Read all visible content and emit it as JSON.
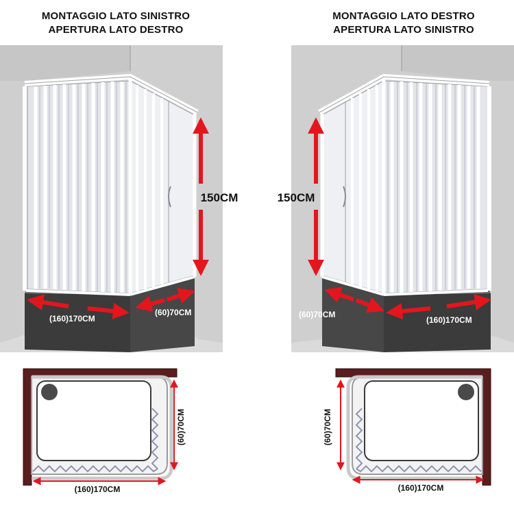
{
  "left": {
    "title_line1": "MONTAGGIO LATO SINISTRO",
    "title_line2": "APERTURA LATO DESTRO",
    "height_label": "150CM",
    "long_side_label": "(160)170CM",
    "short_side_label": "(60)70CM",
    "plan_width_label": "(160)170CM",
    "plan_depth_label": "(60)70CM"
  },
  "right": {
    "title_line1": "MONTAGGIO LATO DESTRO",
    "title_line2": "APERTURA LATO SINISTRO",
    "height_label": "150CM",
    "long_side_label": "(160)170CM",
    "short_side_label": "(60)70CM",
    "plan_width_label": "(160)170CM",
    "plan_depth_label": "(60)70CM"
  },
  "colors": {
    "wall": "#cfcfcf",
    "wall_dark": "#bdbdbd",
    "base": "#3c3c3c",
    "frame": "#ffffff",
    "panel": "#e6e7ec",
    "arrow": "#e3161d",
    "plan_wall": "#5a1e1e",
    "fold": "#8f93b0"
  }
}
